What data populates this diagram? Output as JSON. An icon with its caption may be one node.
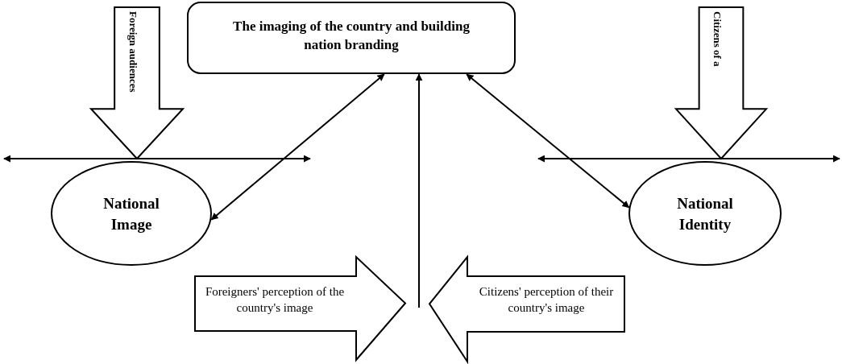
{
  "diagram": {
    "nodes": [
      {
        "text": [
          "The imaging of the country and building nation branding"
        ]
      },
      {
        "text": [
          "Foreign audiences"
        ]
      },
      {
        "text": [
          "Citizens of a"
        ]
      },
      {
        "text": [
          "National Image"
        ]
      },
      {
        "text": [
          "National Identity"
        ]
      },
      {
        "text": [
          "Foreigners' perception of the country's image"
        ]
      },
      {
        "text": [
          "Citizens' perception of their country's image"
        ]
      }
    ],
    "edges": [
      {
        "from": 3,
        "to": 0,
        "arrow": "both"
      },
      {
        "from": 4,
        "to": 0,
        "arrow": "both"
      },
      {
        "from": null,
        "to": 0,
        "arrow": "to"
      }
    ]
  }
}
